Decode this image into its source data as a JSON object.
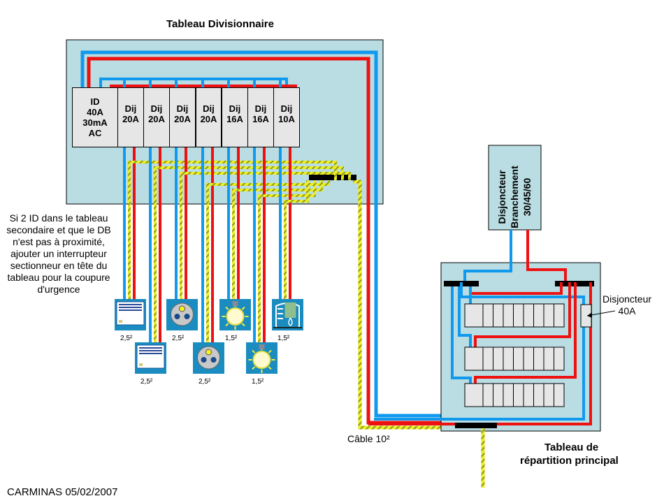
{
  "titles": {
    "secondary_panel": "Tableau Divisionnaire",
    "main_panel_line1": "Tableau de",
    "main_panel_line2": "répartition principal",
    "branch_breaker": "Disjoncteur\nBranchement\n30/45/60"
  },
  "secondary_panel": {
    "differential": {
      "label": "ID\n40A\n30mA\nAC"
    },
    "breakers": [
      {
        "label": "Dij\n20A"
      },
      {
        "label": "Dij\n20A"
      },
      {
        "label": "Dij\n20A"
      },
      {
        "label": "Dij\n20A"
      },
      {
        "label": "Dij\n16A"
      },
      {
        "label": "Dij\n16A"
      },
      {
        "label": "Dij\n10A"
      }
    ]
  },
  "circuits": [
    {
      "device": "convector-heater",
      "section": "2,5²"
    },
    {
      "device": "convector-heater",
      "section": "2,5²"
    },
    {
      "device": "power-outlet",
      "section": "2,5²"
    },
    {
      "device": "power-outlet",
      "section": "2,5²"
    },
    {
      "device": "light-bulb",
      "section": "1,5²"
    },
    {
      "device": "light-bulb",
      "section": "1,5²"
    },
    {
      "device": "water-heater",
      "section": "1,5²"
    }
  ],
  "annotations": {
    "note": "Si 2 ID dans le tableau\nsecondaire et que le DB\nn'est pas à proximité,\najouter un interrupteur\nsectionneur en tête du\ntableau pour la coupure\nd'urgence",
    "cable": "Câble 10²",
    "breaker_40a": "Disjoncteur\n40A",
    "author": "CARMINAS 05/02/2007"
  },
  "colors": {
    "panel_bg": "#b9dde2",
    "phase": "#ee1111",
    "neutral": "#1199ee",
    "earth": "#eeee22",
    "earth_stripe": "#8a9a20",
    "device_bg": "#1a8cbf",
    "breaker_bg": "#e6e6e6"
  }
}
